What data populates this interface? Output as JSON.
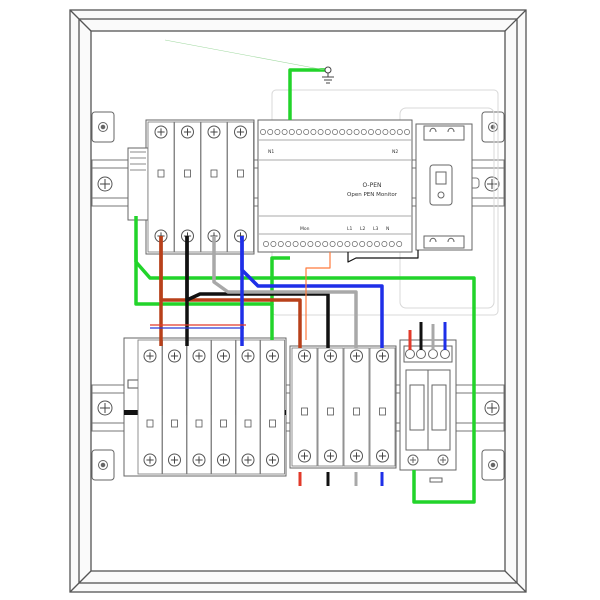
{
  "monitor": {
    "title": "O-PEN",
    "subtitle": "Open PEN Monitor",
    "top_left_tag": "N1",
    "top_right_tag": "N2",
    "bottom_tag": "Mon",
    "bottom_terminals": [
      "L1",
      "L2",
      "L3",
      "N"
    ]
  },
  "wire_colors": {
    "earth": "#22d42a",
    "brown": "#b8401a",
    "black": "#111111",
    "grey": "#a8a8a8",
    "blue": "#1e2fe8",
    "orange_thin": "#ff7a3c",
    "red_thin": "#e23a2a",
    "blue_thin": "#2a3ad8"
  }
}
